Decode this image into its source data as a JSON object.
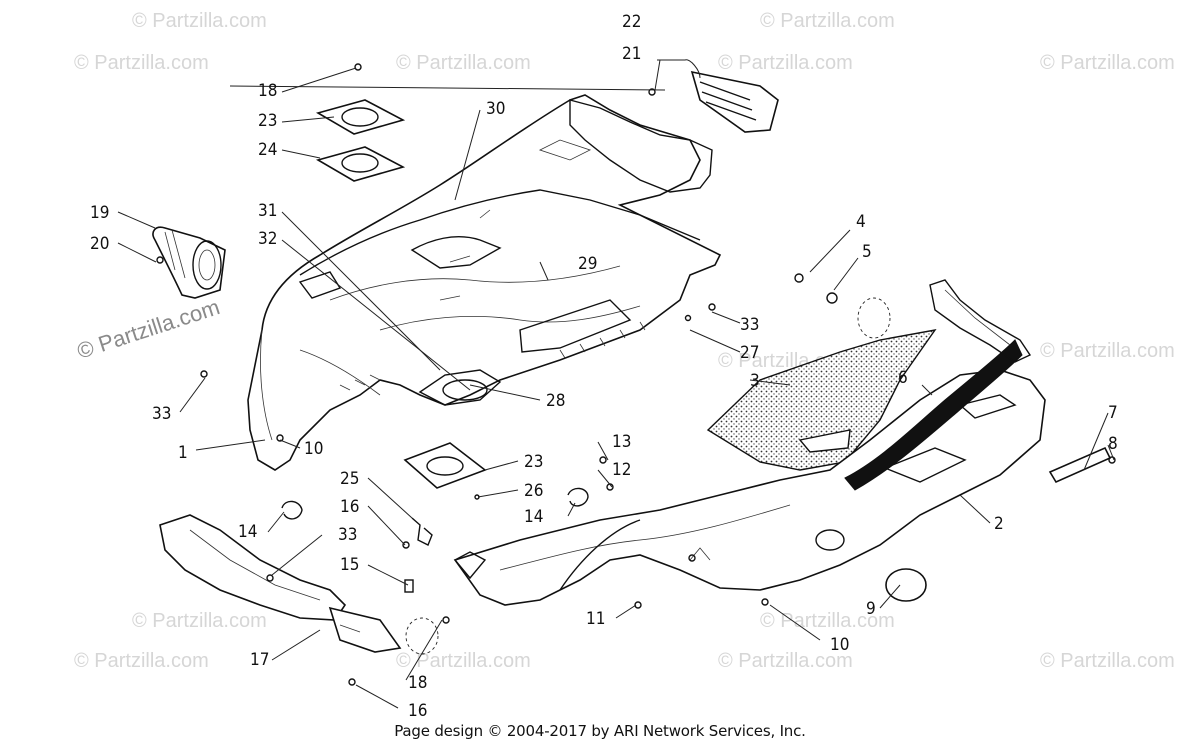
{
  "watermark_text": "© Partzilla.com",
  "callouts": {
    "n1": "1",
    "n2": "2",
    "n3": "3",
    "n4": "4",
    "n5": "5",
    "n6": "6",
    "n7": "7",
    "n8": "8",
    "n9": "9",
    "n10": "10",
    "n11": "11",
    "n12": "12",
    "n13": "13",
    "n14": "14",
    "n15": "15",
    "n16": "16",
    "n17": "17",
    "n18": "18",
    "n19": "19",
    "n20": "20",
    "n21": "21",
    "n22": "22",
    "n23": "23",
    "n24": "24",
    "n25": "25",
    "n26": "26",
    "n27": "27",
    "n28": "28",
    "n29": "29",
    "n30": "30",
    "n31": "31",
    "n32": "32",
    "n33": "33"
  },
  "footer": "Page design © 2004-2017 by ARI Network Services, Inc."
}
